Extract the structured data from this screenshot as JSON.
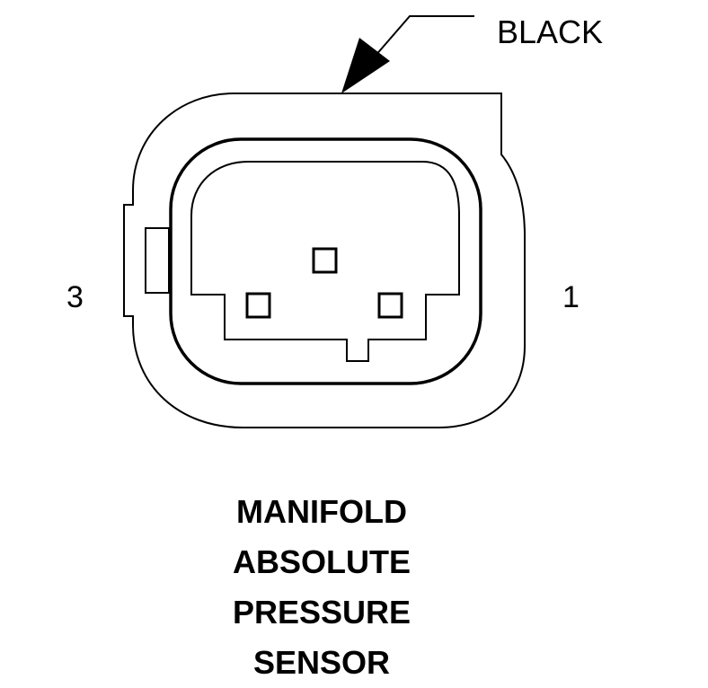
{
  "connector": {
    "color_label": "BLACK",
    "pin_left_label": "3",
    "pin_right_label": "1"
  },
  "caption": {
    "lines": [
      "MANIFOLD",
      "ABSOLUTE",
      "PRESSURE",
      "SENSOR"
    ]
  },
  "colors": {
    "line": "#000000",
    "background": "#ffffff"
  }
}
